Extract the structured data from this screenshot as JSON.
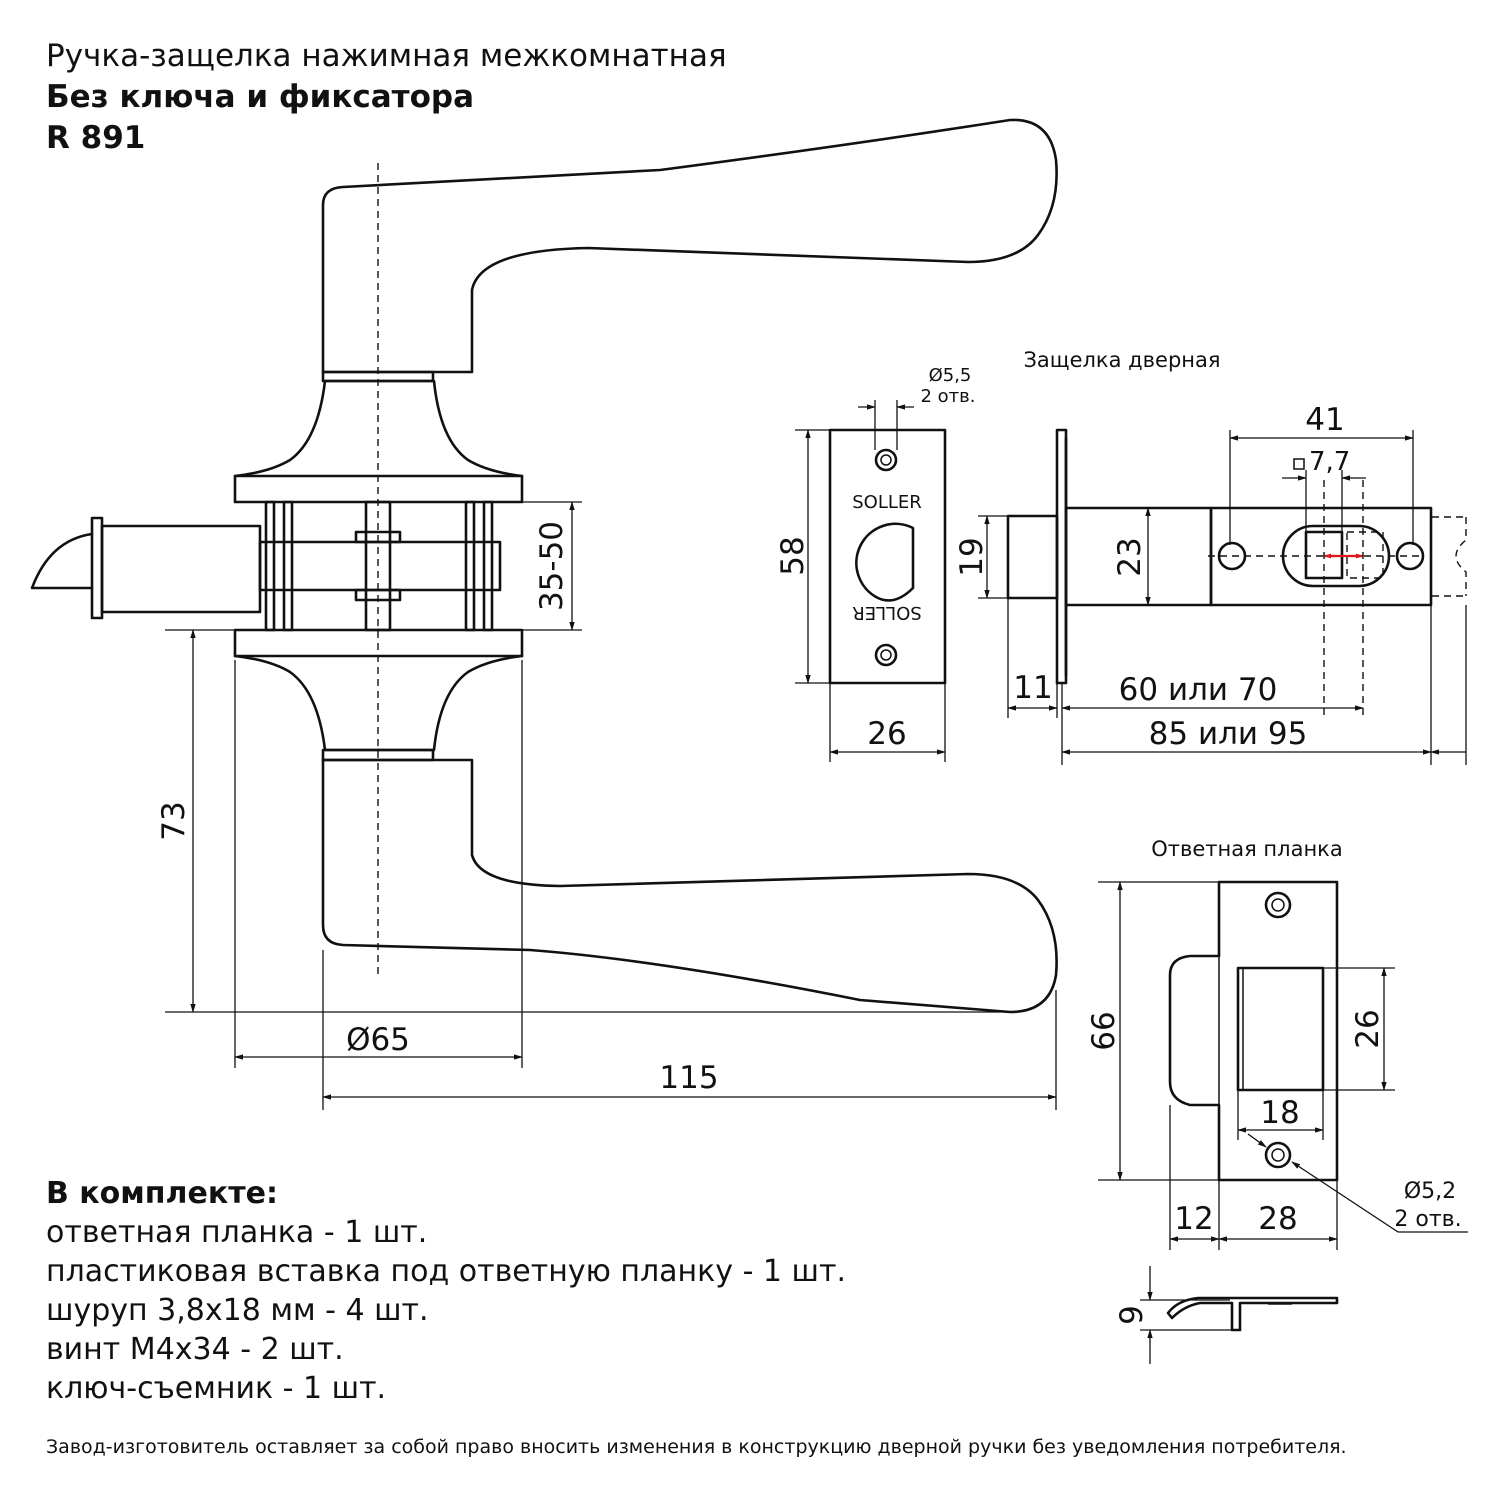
{
  "header": {
    "line1": "Ручка-защелка нажимная межкомнатная",
    "line2": "Без ключа и фиксатора",
    "line3": "R 891"
  },
  "views": {
    "latch_title": "Защелка дверная",
    "strike_title": "Ответная планка",
    "brand_mark": "SOLLER"
  },
  "dims": {
    "handle_rosette_dia": "Ø65",
    "handle_length": "115",
    "handle_height": "73",
    "door_thickness": "35-50",
    "faceplate_height": "58",
    "faceplate_width": "26",
    "faceplate_hole_dia": "Ø5,5",
    "faceplate_hole_count": "2 отв.",
    "latch_bolt_height": "19",
    "latch_body_height": "23",
    "latch_bolt_length": "11",
    "backset_dist": "41",
    "spindle_square": "7,7",
    "backset_label": "60 или 70",
    "latch_length_label": "85 или 95",
    "strike_height": "66",
    "strike_opening_height": "26",
    "strike_opening_width": "18",
    "strike_hole_dia": "Ø5,2",
    "strike_hole_count": "2 отв.",
    "strike_lip": "12",
    "strike_width": "28",
    "strike_depth": "9"
  },
  "kit": {
    "heading": "В комплекте:",
    "items": [
      "ответная планка - 1 шт.",
      "пластиковая вставка под ответную планку - 1 шт.",
      "шуруп 3,8х18 мм - 4 шт.",
      "винт М4х34 - 2 шт.",
      "ключ-съемник - 1 шт."
    ]
  },
  "footer": "Завод-изготовитель оставляет за собой право вносить изменения в конструкцию дверной ручки без уведомления потребителя."
}
